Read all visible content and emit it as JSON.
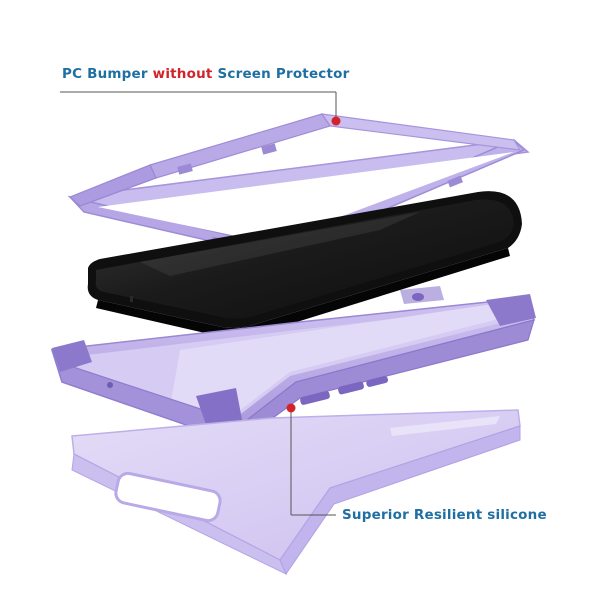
{
  "callouts": {
    "bumper": {
      "part1": "PC Bumper ",
      "part2": "without",
      "part3": " Screen Protector"
    },
    "silicone": {
      "text": "Superior Resilient silicone"
    }
  },
  "colors": {
    "text_blue": "#1f6fa3",
    "accent_red": "#d2232a",
    "case_purple": "#b8a8e6",
    "case_purple_light": "#d8cff3",
    "case_purple_dark": "#9a88d2",
    "phone_black": "#141414",
    "leader_line": "#555555"
  }
}
